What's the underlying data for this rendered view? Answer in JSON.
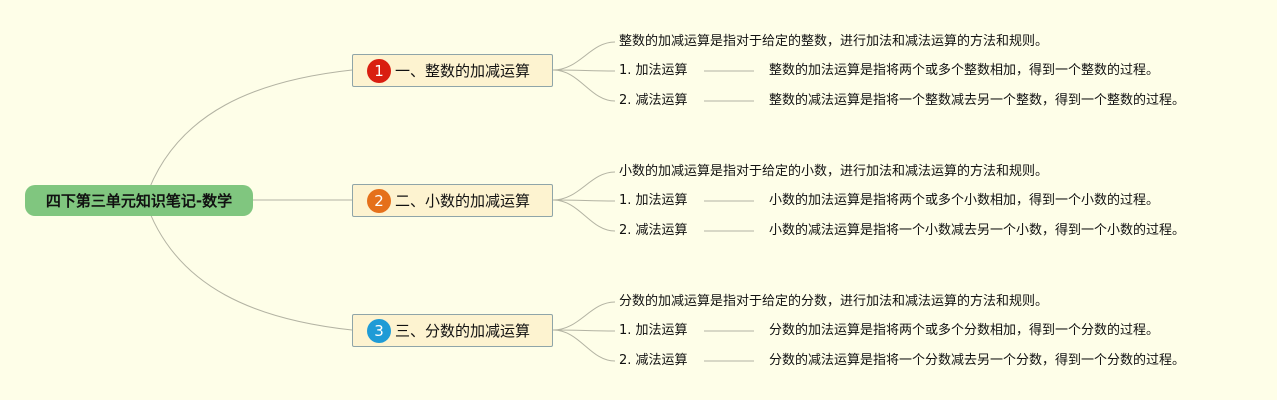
{
  "root": {
    "label": "四下第三单元知识笔记-数学"
  },
  "branches": [
    {
      "number": "1",
      "label": "一、整数的加减运算",
      "badge_color": "#d91e10",
      "summary": "整数的加减运算是指对于给定的整数，进行加法和减法运算的方法和规则。",
      "items": [
        {
          "label": "1. 加法运算",
          "detail": "整数的加法运算是指将两个或多个整数相加，得到一个整数的过程。"
        },
        {
          "label": "2. 减法运算",
          "detail": "整数的减法运算是指将一个整数减去另一个整数，得到一个整数的过程。"
        }
      ]
    },
    {
      "number": "2",
      "label": "二、小数的加减运算",
      "badge_color": "#e5701b",
      "summary": "小数的加减运算是指对于给定的小数，进行加法和减法运算的方法和规则。",
      "items": [
        {
          "label": "1. 加法运算",
          "detail": "小数的加法运算是指将两个或多个小数相加，得到一个小数的过程。"
        },
        {
          "label": "2. 减法运算",
          "detail": "小数的减法运算是指将一个小数减去另一个小数，得到一个小数的过程。"
        }
      ]
    },
    {
      "number": "3",
      "label": "三、分数的加减运算",
      "badge_color": "#1e9bd6",
      "summary": "分数的加减运算是指对于给定的分数，进行加法和减法运算的方法和规则。",
      "items": [
        {
          "label": "1. 加法运算",
          "detail": "分数的加法运算是指将两个或多个分数相加，得到一个分数的过程。"
        },
        {
          "label": "2. 减法运算",
          "detail": "分数的减法运算是指将一个分数减去另一个分数，得到一个分数的过程。"
        }
      ]
    }
  ]
}
